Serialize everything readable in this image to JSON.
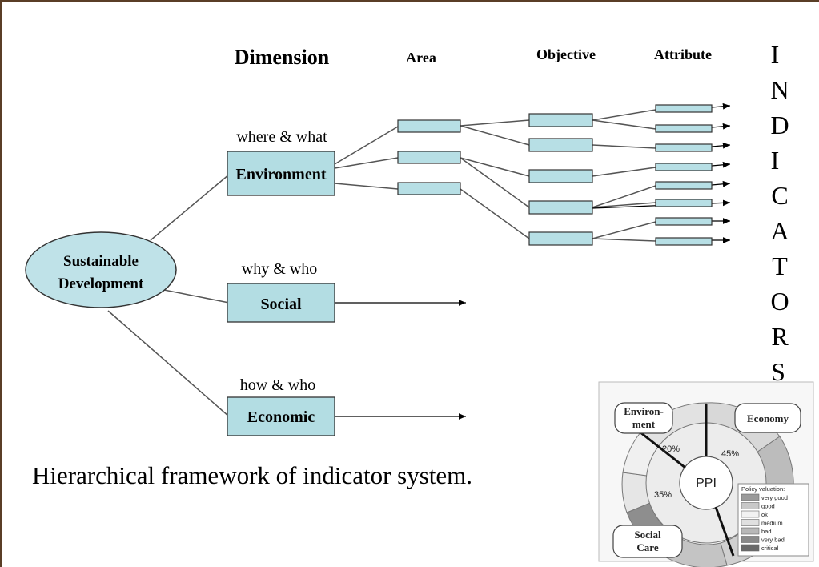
{
  "headers": {
    "dimension": "Dimension",
    "area": "Area",
    "objective": "Objective",
    "attribute": "Attribute"
  },
  "root": {
    "line1": "Sustainable",
    "line2": "Development"
  },
  "dimensions": [
    {
      "label": "Environment",
      "subtitle": "where & what"
    },
    {
      "label": "Social",
      "subtitle": "why & who"
    },
    {
      "label": "Economic",
      "subtitle": "how & who"
    }
  ],
  "indicators_letters": [
    "I",
    "N",
    "D",
    "I",
    "C",
    "A",
    "T",
    "O",
    "R",
    "S"
  ],
  "caption": "Hierarchical framework of indicator system.",
  "ppi": {
    "center": "PPI",
    "environment_line1": "Environ-",
    "environment_line2": "ment",
    "economy": "Economy",
    "social_line1": "Social",
    "social_line2": "Care",
    "pct_environment": "20%",
    "pct_economy": "45%",
    "pct_social": "35%",
    "legend_title": "Policy valuation:",
    "legend": [
      {
        "label": "very good",
        "color": "#9a9a9a"
      },
      {
        "label": "good",
        "color": "#c8c8c8"
      },
      {
        "label": "ok",
        "color": "#f2f2f2"
      },
      {
        "label": "medium",
        "color": "#e0e0e0"
      },
      {
        "label": "bad",
        "color": "#b8b8b8"
      },
      {
        "label": "very bad",
        "color": "#8a8a8a"
      },
      {
        "label": "critical",
        "color": "#6a6a6a"
      }
    ]
  },
  "colors": {
    "box_fill": "#b3dde3",
    "small_box_fill": "#b7dfe5",
    "ellipse_fill": "#bfe2e8",
    "line": "#555555"
  }
}
